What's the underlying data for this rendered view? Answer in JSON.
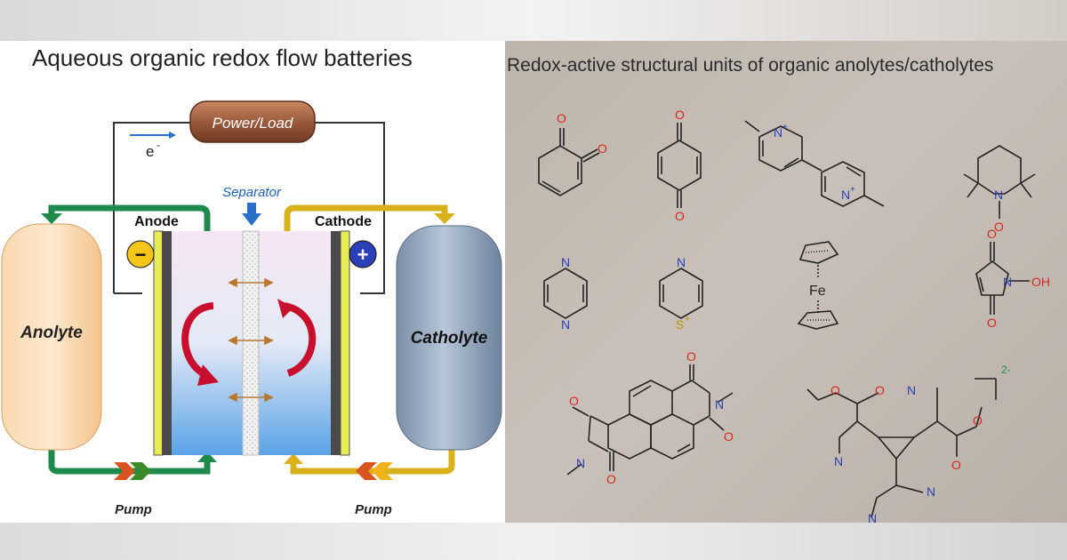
{
  "left_panel": {
    "title": "Aqueous organic redox flow batteries",
    "power_load": "Power/Load",
    "electron": "e",
    "electron_sup": "-",
    "separator": "Separator",
    "anode": "Anode",
    "cathode": "Cathode",
    "minus": "−",
    "plus": "+",
    "anolyte": "Anolyte",
    "catholyte": "Catholyte",
    "pump_left": "Pump",
    "pump_right": "Pump"
  },
  "right_panel": {
    "title": "Redox-active structural units of organic anolytes/catholytes",
    "atoms": {
      "o": "O",
      "n": "N",
      "n_plus": "N",
      "plus_sup": "+",
      "s_plus": "S",
      "fe": "Fe",
      "oh": "OH",
      "o_radical": "O",
      "charge": "2-"
    }
  },
  "colors": {
    "anolyte_tank": "#f6cf9f",
    "catholyte_tank": "#8ea2bb",
    "green_line": "#1f8a4c",
    "yellow_line": "#d9b21b",
    "red_arrow": "#c8102e",
    "power_box": "#9b5a3c",
    "oxygen": "#d42a1e",
    "nitrogen": "#2a3fb8",
    "sulfur": "#b59a00"
  }
}
